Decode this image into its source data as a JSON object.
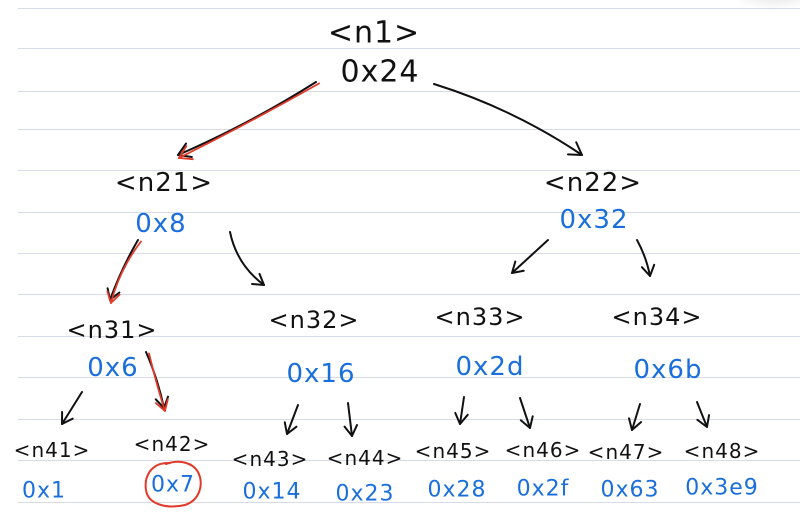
{
  "colors": {
    "ink": "#111111",
    "value_ink": "#1a6fdc",
    "highlight": "#e03a2a",
    "rule": "#d7dbe6"
  },
  "nodes": [
    {
      "id": "n1",
      "name": "<n1>",
      "value": "0x24"
    },
    {
      "id": "n21",
      "name": "<n21>",
      "value": "0x8"
    },
    {
      "id": "n22",
      "name": "<n22>",
      "value": "0x32"
    },
    {
      "id": "n31",
      "name": "<n31>",
      "value": "0x6"
    },
    {
      "id": "n32",
      "name": "<n32>",
      "value": "0x16"
    },
    {
      "id": "n33",
      "name": "<n33>",
      "value": "0x2d"
    },
    {
      "id": "n34",
      "name": "<n34>",
      "value": "0x6b"
    },
    {
      "id": "n41",
      "name": "<n41>",
      "value": "0x1"
    },
    {
      "id": "n42",
      "name": "<n42>",
      "value": "0x7"
    },
    {
      "id": "n43",
      "name": "<n43>",
      "value": "0x14"
    },
    {
      "id": "n44",
      "name": "<n44>",
      "value": "0x23"
    },
    {
      "id": "n45",
      "name": "<n45>",
      "value": "0x28"
    },
    {
      "id": "n46",
      "name": "<n46>",
      "value": "0x2f"
    },
    {
      "id": "n47",
      "name": "<n47>",
      "value": "0x63"
    },
    {
      "id": "n48",
      "name": "<n48>",
      "value": "0x3e9"
    }
  ],
  "edges": [
    {
      "from": "n1",
      "to": "n21",
      "highlighted": true
    },
    {
      "from": "n1",
      "to": "n22",
      "highlighted": false
    },
    {
      "from": "n21",
      "to": "n31",
      "highlighted": true
    },
    {
      "from": "n21",
      "to": "n32",
      "highlighted": false
    },
    {
      "from": "n22",
      "to": "n33",
      "highlighted": false
    },
    {
      "from": "n22",
      "to": "n34",
      "highlighted": false
    },
    {
      "from": "n31",
      "to": "n41",
      "highlighted": false
    },
    {
      "from": "n31",
      "to": "n42",
      "highlighted": true
    },
    {
      "from": "n32",
      "to": "n43",
      "highlighted": false
    },
    {
      "from": "n32",
      "to": "n44",
      "highlighted": false
    },
    {
      "from": "n33",
      "to": "n45",
      "highlighted": false
    },
    {
      "from": "n33",
      "to": "n46",
      "highlighted": false
    },
    {
      "from": "n34",
      "to": "n47",
      "highlighted": false
    },
    {
      "from": "n34",
      "to": "n48",
      "highlighted": false
    }
  ],
  "circled_node": "n42"
}
